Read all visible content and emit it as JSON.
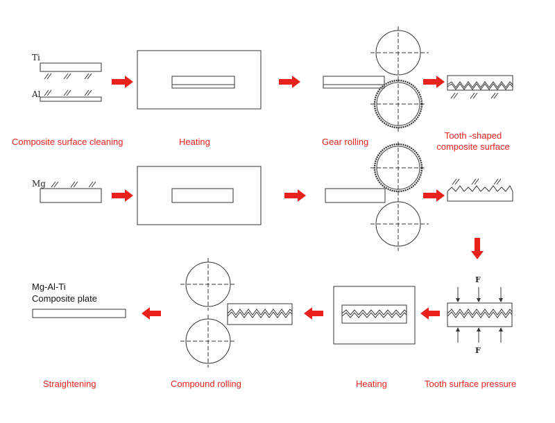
{
  "materials": {
    "ti": "Ti",
    "al": "Al",
    "mg": "Mg"
  },
  "steps": {
    "cleaning": "Composite surface cleaning",
    "heating_top": "Heating",
    "gear_rolling": "Gear rolling",
    "tooth_surface_line1": "Tooth -shaped",
    "tooth_surface_line2": "composite surface",
    "tooth_pressure": "Tooth surface pressure",
    "heating_bottom": "Heating",
    "compound_rolling": "Compound rolling",
    "straightening": "Straightening"
  },
  "product": {
    "line1": "Mg-Al-Ti",
    "line2": "Composite plate"
  },
  "force_label": "F",
  "colors": {
    "arrow": "#e8211d",
    "label": "#e8211d",
    "line": "#333333"
  }
}
